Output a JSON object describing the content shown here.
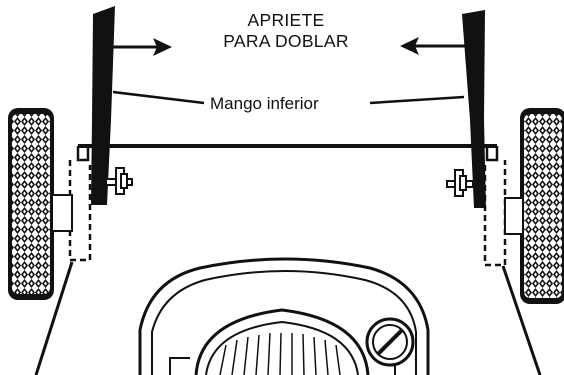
{
  "instruction": {
    "line1": "APRIETE",
    "line2": "PARA DOBLAR"
  },
  "callout": {
    "label": "Mango inferior"
  },
  "colors": {
    "ink": "#111111",
    "paper": "#ffffff"
  }
}
